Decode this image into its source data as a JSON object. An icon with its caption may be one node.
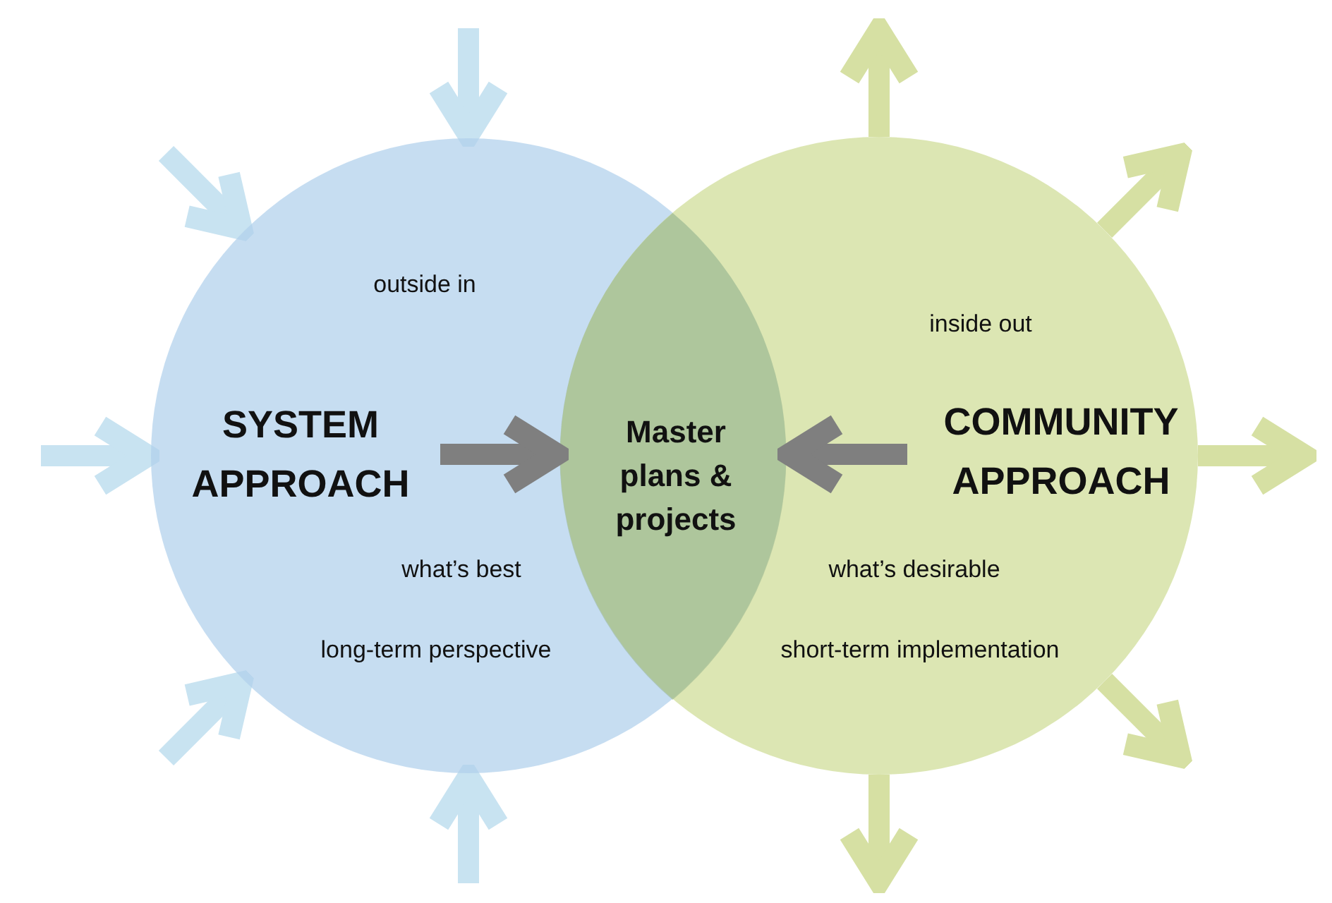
{
  "diagram": {
    "nodes": [
      {
        "text": [
          "outside in",
          "SYSTEM APPROACH",
          "what’s best",
          "long-term perspective"
        ]
      },
      {
        "text": [
          "Master plans & projects"
        ]
      },
      {
        "text": [
          "inside out",
          "COMMUNITY APPROACH",
          "what’s desirable",
          "short-term implementation"
        ]
      }
    ],
    "edges": [
      {
        "from": 0,
        "to": 1,
        "arrow": "to",
        "color": "#7f7f7f"
      },
      {
        "from": 2,
        "to": 1,
        "arrow": "to",
        "color": "#7f7f7f"
      },
      {
        "from": null,
        "to": 0,
        "arrow": "to",
        "color": "#c8e3f1"
      },
      {
        "from": null,
        "to": 0,
        "arrow": "to",
        "color": "#c8e3f1"
      },
      {
        "from": null,
        "to": 0,
        "arrow": "to",
        "color": "#c8e3f1"
      },
      {
        "from": null,
        "to": 0,
        "arrow": "to",
        "color": "#c8e3f1"
      },
      {
        "from": null,
        "to": 0,
        "arrow": "to",
        "color": "#c8e3f1"
      },
      {
        "from": 2,
        "to": null,
        "arrow": "to",
        "color": "#d6e0a3"
      },
      {
        "from": 2,
        "to": null,
        "arrow": "to",
        "color": "#d6e0a3"
      },
      {
        "from": 2,
        "to": null,
        "arrow": "to",
        "color": "#d6e0a3"
      },
      {
        "from": 2,
        "to": null,
        "arrow": "to",
        "color": "#d6e0a3"
      },
      {
        "from": 2,
        "to": null,
        "arrow": "to",
        "color": "#d6e0a3"
      }
    ]
  }
}
